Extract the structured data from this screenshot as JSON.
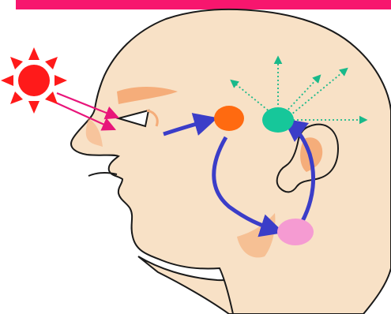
{
  "colors": {
    "banner": "#f7166e",
    "skin": "#f8e1c6",
    "skin_shadow": "#f5ad7a",
    "outline": "#1a1a1a",
    "sun": "#ff1a1a",
    "light_rays": "#e8157a",
    "neural_path": "#3b3dc8",
    "eye_node": "#ff6a10",
    "brain_node": "#16c79a",
    "gland_node": "#f59bd2",
    "radiating": "#19b98a"
  },
  "icons": {
    "sun": "sun-icon"
  },
  "nodes": [
    {
      "id": "eye-node",
      "color_key": "eye_node"
    },
    {
      "id": "brain-node",
      "color_key": "brain_node"
    },
    {
      "id": "gland-node",
      "color_key": "gland_node"
    }
  ]
}
